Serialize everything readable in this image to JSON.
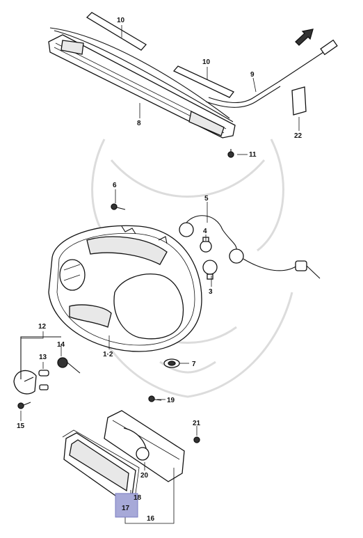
{
  "diagram": {
    "callouts": [
      {
        "id": "c10a",
        "label": "10"
      },
      {
        "id": "c10b",
        "label": "10"
      },
      {
        "id": "c9",
        "label": "9"
      },
      {
        "id": "c8",
        "label": "8"
      },
      {
        "id": "c22",
        "label": "22"
      },
      {
        "id": "c11",
        "label": "11"
      },
      {
        "id": "c6",
        "label": "6"
      },
      {
        "id": "c5",
        "label": "5"
      },
      {
        "id": "c4",
        "label": "4"
      },
      {
        "id": "c3",
        "label": "3"
      },
      {
        "id": "c12main",
        "label": "1·2"
      },
      {
        "id": "c7",
        "label": "7"
      },
      {
        "id": "c12",
        "label": "12"
      },
      {
        "id": "c13",
        "label": "13"
      },
      {
        "id": "c14",
        "label": "14"
      },
      {
        "id": "c15",
        "label": "15"
      },
      {
        "id": "c19",
        "label": "19"
      },
      {
        "id": "c21",
        "label": "21"
      },
      {
        "id": "c20",
        "label": "20"
      },
      {
        "id": "c18",
        "label": "18"
      },
      {
        "id": "c17",
        "label": "17"
      },
      {
        "id": "c16",
        "label": "16"
      }
    ],
    "highlighted_part": "17",
    "colors": {
      "highlight": "#a7a9d8",
      "line": "#111111"
    }
  }
}
